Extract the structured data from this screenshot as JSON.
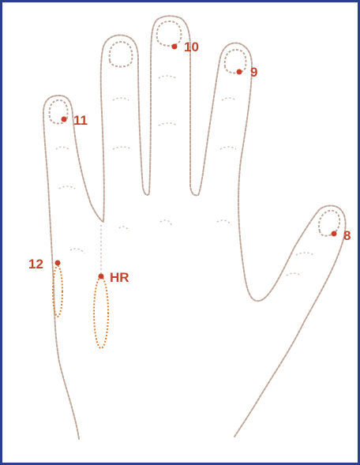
{
  "diagram": {
    "colors": {
      "frame": "#2b3f8f",
      "outline": "#bfa79b",
      "point": "#c8402a",
      "label": "#c0452c",
      "meridian_ring": "#d9823c"
    },
    "points": [
      {
        "id": "p10",
        "label": "10"
      },
      {
        "id": "p9",
        "label": "9"
      },
      {
        "id": "p11",
        "label": "11"
      },
      {
        "id": "p8",
        "label": "8"
      },
      {
        "id": "p12",
        "label": "12"
      },
      {
        "id": "phr",
        "label": "HR"
      }
    ]
  }
}
